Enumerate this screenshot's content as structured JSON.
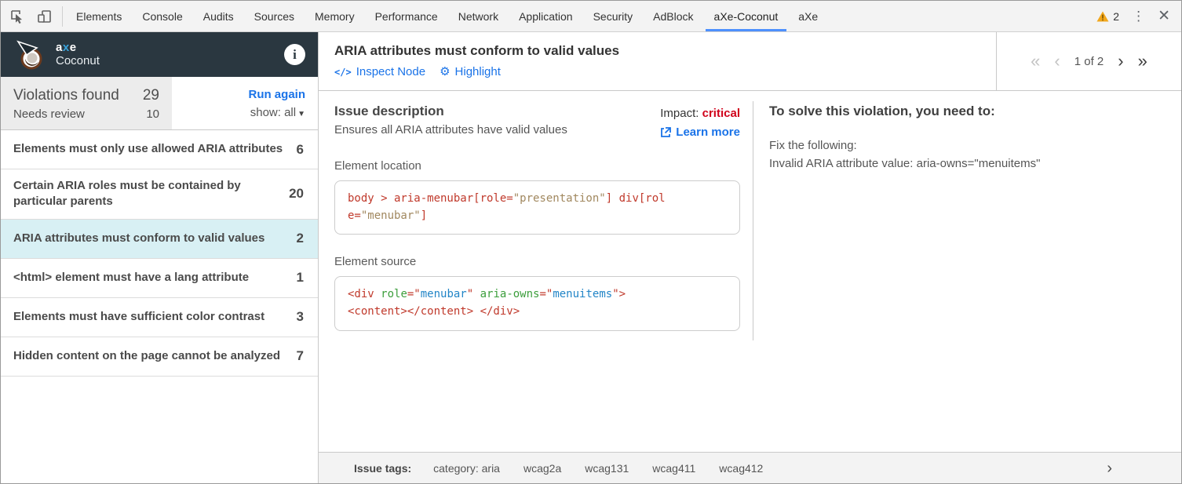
{
  "devtools": {
    "tabs": [
      "Elements",
      "Console",
      "Audits",
      "Sources",
      "Memory",
      "Performance",
      "Network",
      "Application",
      "Security",
      "AdBlock",
      "aXe-Coconut",
      "aXe"
    ],
    "active_tab": "aXe-Coconut",
    "warning_count": "2",
    "accent_blue": "#4d90fe",
    "warning_color": "#f2a71c"
  },
  "sidebar": {
    "brand": {
      "part1": "a",
      "part2": "x",
      "part3": "e",
      "line2": "Coconut"
    },
    "summary": {
      "violations_label": "Violations found",
      "violations_count": "29",
      "review_label": "Needs review",
      "review_count": "10",
      "run_again": "Run again",
      "show_label": "show: all"
    },
    "items": [
      {
        "label": "Elements must only use allowed ARIA attributes",
        "count": "6"
      },
      {
        "label": "Certain ARIA roles must be contained by particular parents",
        "count": "20"
      },
      {
        "label": "ARIA attributes must conform to valid values",
        "count": "2"
      },
      {
        "label": "<html> element must have a lang attribute",
        "count": "1"
      },
      {
        "label": "Elements must have sufficient color contrast",
        "count": "3"
      },
      {
        "label": "Hidden content on the page cannot be analyzed",
        "count": "7"
      }
    ],
    "selected_index": 2
  },
  "main": {
    "title": "ARIA attributes must conform to valid values",
    "inspect_node": "Inspect Node",
    "highlight": "Highlight",
    "pagination": {
      "position": "1 of 2"
    },
    "issue": {
      "heading": "Issue description",
      "description": "Ensures all ARIA attributes have valid values",
      "impact_label": "Impact:",
      "impact_value": "critical",
      "impact_color": "#d0021b",
      "learn_more": "Learn more"
    },
    "element_location": {
      "heading": "Element location",
      "lines": [
        [
          {
            "t": "body > aria-menubar[role=",
            "c": "red"
          },
          {
            "t": "\"presentation\"",
            "c": "tan"
          },
          {
            "t": "] div[rol",
            "c": "red"
          }
        ],
        [
          {
            "t": "e=",
            "c": "red"
          },
          {
            "t": "\"menubar\"",
            "c": "tan"
          },
          {
            "t": "]",
            "c": "red"
          }
        ]
      ]
    },
    "element_source": {
      "heading": "Element source",
      "lines": [
        [
          {
            "t": "<div ",
            "c": "red"
          },
          {
            "t": "role",
            "c": "green"
          },
          {
            "t": "=\"",
            "c": "red"
          },
          {
            "t": "menubar",
            "c": "blue"
          },
          {
            "t": "\" ",
            "c": "red"
          },
          {
            "t": "aria-owns",
            "c": "green"
          },
          {
            "t": "=\"",
            "c": "red"
          },
          {
            "t": "menuitems",
            "c": "blue"
          },
          {
            "t": "\">",
            "c": "red"
          }
        ],
        [
          {
            "t": "<content></content> </div>",
            "c": "red"
          }
        ]
      ]
    },
    "solve": {
      "heading": "To solve this violation, you need to:",
      "fix_label": "Fix the following:",
      "fix_detail": "Invalid ARIA attribute value: aria-owns=\"menuitems\""
    },
    "tags_bar": {
      "label": "Issue tags:",
      "tags": [
        "category: aria",
        "wcag2a",
        "wcag131",
        "wcag411",
        "wcag412"
      ]
    }
  }
}
